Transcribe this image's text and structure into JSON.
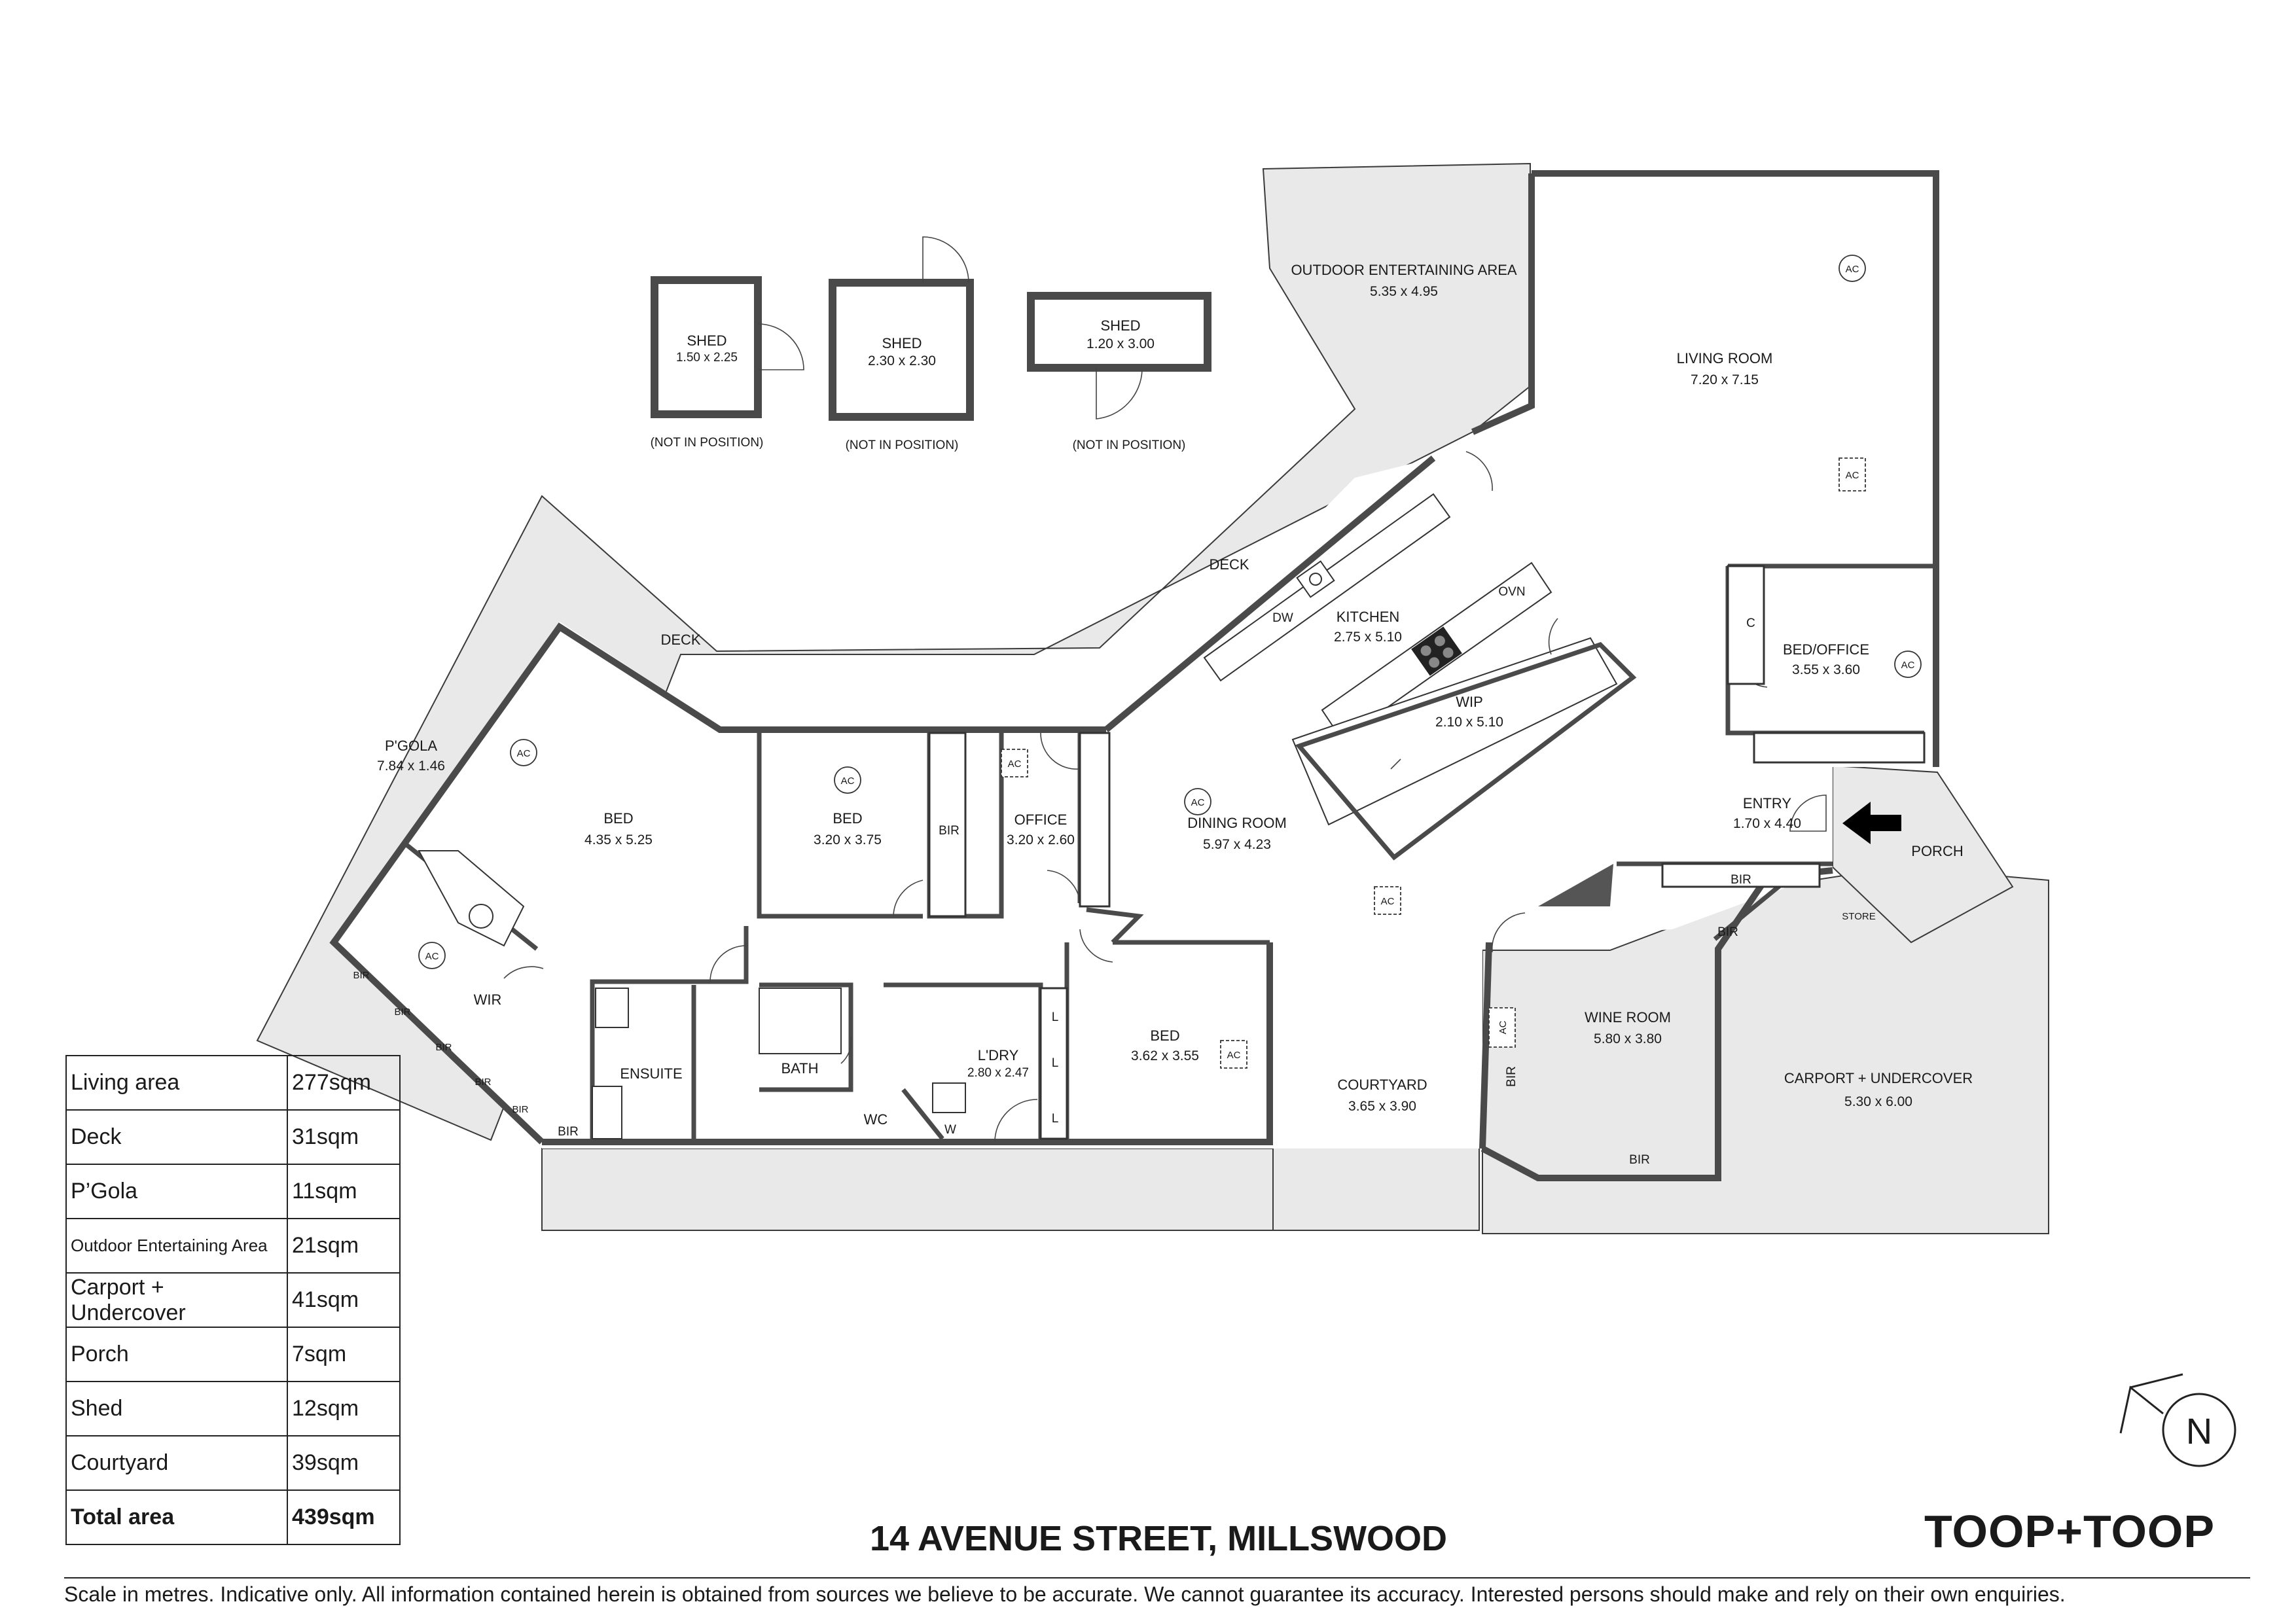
{
  "rooms": {
    "outdoor_entertaining": {
      "name": "OUTDOOR ENTERTAINING AREA",
      "dim": "5.35 x 4.95"
    },
    "living": {
      "name": "LIVING ROOM",
      "dim": "7.20 x 7.15"
    },
    "kitchen": {
      "name": "KITCHEN",
      "dim": "2.75 x 5.10"
    },
    "wip": {
      "name": "WIP",
      "dim": "2.10 x 5.10"
    },
    "bed_office": {
      "name": "BED/OFFICE",
      "dim": "3.55 x 3.60"
    },
    "entry": {
      "name": "ENTRY",
      "dim": "1.70 x 4.40"
    },
    "porch": {
      "name": "PORCH"
    },
    "dining": {
      "name": "DINING ROOM",
      "dim": "5.97 x 4.23"
    },
    "office": {
      "name": "OFFICE",
      "dim": "3.20 x 2.60"
    },
    "bed2": {
      "name": "BED",
      "dim": "3.20 x 3.75"
    },
    "bed1": {
      "name": "BED",
      "dim": "4.35 x 5.25"
    },
    "pgola": {
      "name": "P'GOLA",
      "dim": "7.84 x 1.46"
    },
    "wir": {
      "name": "WIR"
    },
    "ensuite": {
      "name": "ENSUITE"
    },
    "bath": {
      "name": "BATH"
    },
    "wc": {
      "name": "WC"
    },
    "laundry": {
      "name": "L'DRY",
      "dim": "2.80 x 2.47"
    },
    "bed3": {
      "name": "BED",
      "dim": "3.62 x 3.55"
    },
    "courtyard": {
      "name": "COURTYARD",
      "dim": "3.65 x 3.90"
    },
    "wine": {
      "name": "WINE ROOM",
      "dim": "5.80 x 3.80"
    },
    "carport": {
      "name": "CARPORT + UNDERCOVER",
      "dim": "5.30 x 6.00"
    },
    "deck": {
      "name": "DECK"
    }
  },
  "sheds": [
    {
      "name": "SHED",
      "dim": "1.50 x 2.25",
      "note": "(NOT IN POSITION)"
    },
    {
      "name": "SHED",
      "dim": "2.30 x 2.30",
      "note": "(NOT IN POSITION)"
    },
    {
      "name": "SHED",
      "dim": "1.20 x 3.00",
      "note": "(NOT IN POSITION)"
    }
  ],
  "labels": {
    "ac": "AC",
    "bir": "BIR",
    "dw": "DW",
    "ovn": "OVN",
    "cupboard": "C",
    "store": "STORE",
    "linen": "L",
    "washer": "W",
    "compass": "N"
  },
  "areas": [
    {
      "label": "Living area",
      "value": "277sqm"
    },
    {
      "label": "Deck",
      "value": "31sqm"
    },
    {
      "label": "P’Gola",
      "value": "11sqm"
    },
    {
      "label": "Outdoor Entertaining Area",
      "value": "21sqm"
    },
    {
      "label": "Carport + Undercover",
      "value": "41sqm"
    },
    {
      "label": "Porch",
      "value": "7sqm"
    },
    {
      "label": "Shed",
      "value": "12sqm"
    },
    {
      "label": "Courtyard",
      "value": "39sqm"
    },
    {
      "label": "Total area",
      "value": "439sqm"
    }
  ],
  "address": "14 AVENUE STREET, MILLSWOOD",
  "brand": "TOOP+TOOP",
  "disclaimer": "Scale in metres. Indicative only. All information contained herein is obtained from sources we believe to be accurate. We cannot guarantee its accuracy. Interested persons should make and rely on their own enquiries."
}
